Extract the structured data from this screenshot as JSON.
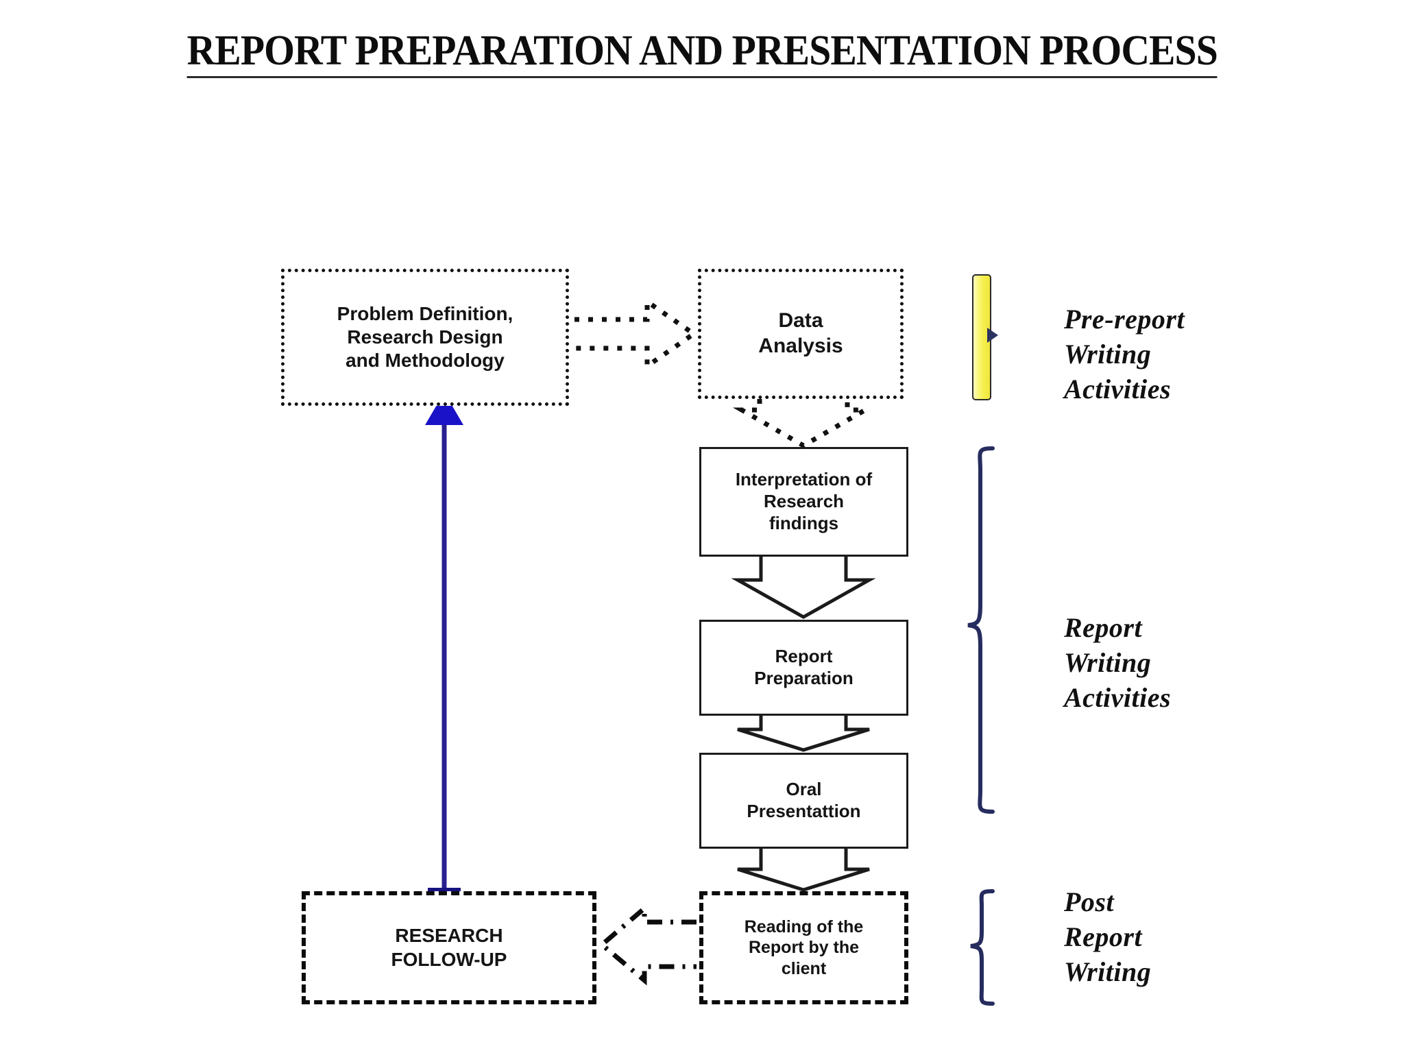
{
  "title": "REPORT PREPARATION AND PRESENTATION PROCESS",
  "colors": {
    "ink": "#111111",
    "arrow_blue": "#1a12c8",
    "arrow_blue_line": "#2a2090",
    "brace_navy": "#262c5e",
    "bracket_yellow": "#f3ec4a",
    "background": "#ffffff"
  },
  "nodes": {
    "problem": {
      "label": "Problem Definition,\nResearch Design\nand Methodology",
      "lines": [
        "Problem Definition,",
        "Research Design",
        "and Methodology"
      ],
      "border_style": "dotted",
      "stage": "pre-report"
    },
    "data_analysis": {
      "label": "Data\nAnalysis",
      "lines": [
        "Data",
        "Analysis"
      ],
      "border_style": "dotted",
      "stage": "pre-report"
    },
    "interpretation": {
      "label": "Interpretation of\nResearch\nfindings",
      "lines": [
        "Interpretation of",
        "Research",
        "findings"
      ],
      "border_style": "solid",
      "stage": "report-writing"
    },
    "report_preparation": {
      "label": "Report\nPreparation",
      "lines": [
        "Report",
        "Preparation"
      ],
      "border_style": "solid",
      "stage": "report-writing"
    },
    "oral_presentation": {
      "label": "Oral\nPresentattion",
      "lines": [
        "Oral",
        "Presentattion"
      ],
      "border_style": "solid",
      "stage": "report-writing"
    },
    "research_follow_up": {
      "label": "RESEARCH\nFOLLOW-UP",
      "lines": [
        "RESEARCH",
        "FOLLOW-UP"
      ],
      "border_style": "dash-dot",
      "stage": "post-report"
    },
    "reading_by_client": {
      "label": "Reading of the\nReport by the\nclient",
      "lines": [
        "Reading of the",
        "Report by the",
        "client"
      ],
      "border_style": "dash-dot",
      "stage": "post-report"
    }
  },
  "stage_labels": {
    "pre_report": {
      "lines": [
        "Pre-report",
        "Writing",
        "Activities"
      ],
      "bracket": "yellow-bar"
    },
    "report_writing": {
      "lines": [
        "Report",
        "Writing",
        "Activities"
      ],
      "bracket": "curly-brace"
    },
    "post_report": {
      "lines": [
        "Post",
        "Report",
        "Writing"
      ],
      "bracket": "curly-brace"
    }
  },
  "connectors": [
    {
      "from": "problem",
      "to": "data_analysis",
      "style": "dotted-block-arrow",
      "direction": "right"
    },
    {
      "from": "data_analysis",
      "to": "interpretation",
      "style": "dotted-block-arrow",
      "direction": "down"
    },
    {
      "from": "interpretation",
      "to": "report_preparation",
      "style": "solid-block-arrow",
      "direction": "down"
    },
    {
      "from": "report_preparation",
      "to": "oral_presentation",
      "style": "solid-block-arrow",
      "direction": "down"
    },
    {
      "from": "oral_presentation",
      "to": "reading_by_client",
      "style": "solid-block-arrow",
      "direction": "down"
    },
    {
      "from": "reading_by_client",
      "to": "research_follow_up",
      "style": "dashdot-block-arrow",
      "direction": "left"
    },
    {
      "from": "research_follow_up",
      "to": "problem",
      "style": "blue-line-arrow",
      "direction": "up"
    }
  ]
}
